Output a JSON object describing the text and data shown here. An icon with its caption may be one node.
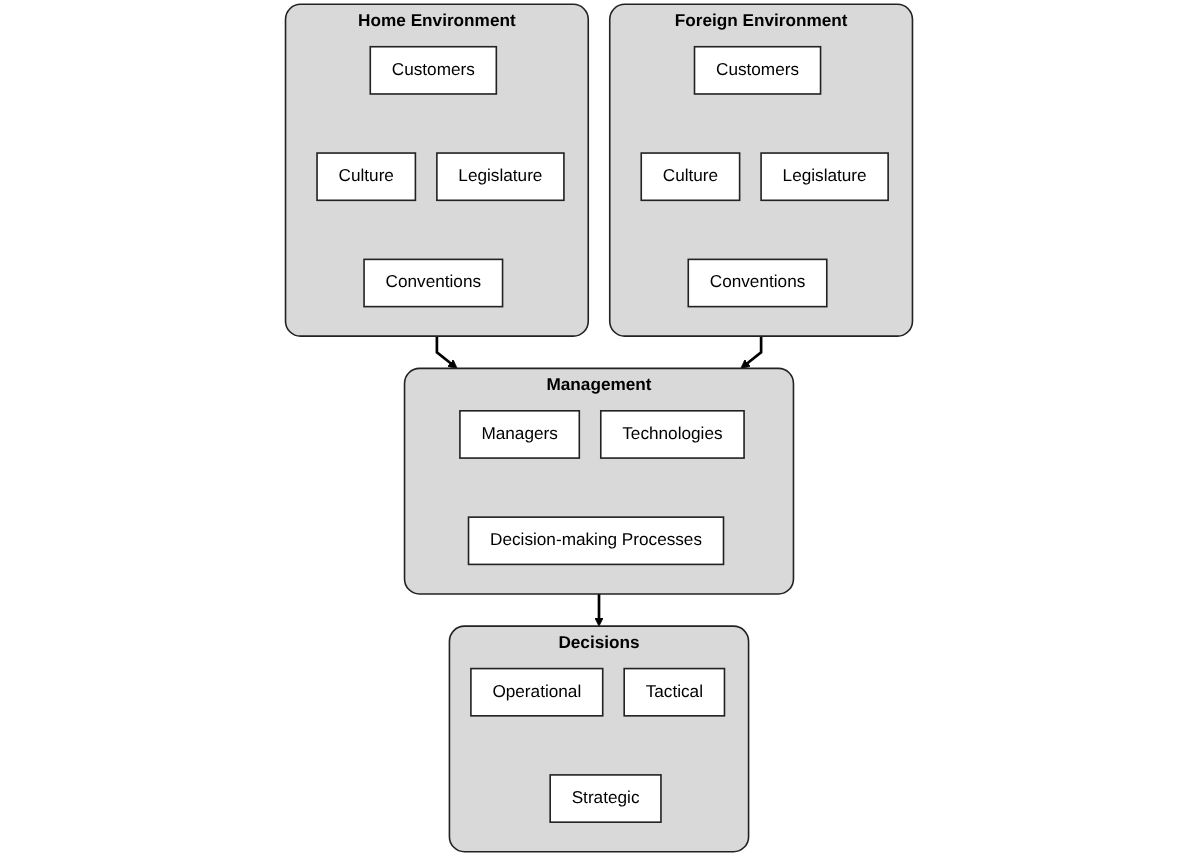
{
  "diagram": {
    "nodes": [
      {
        "text": [
          "Home Environment"
        ]
      },
      {
        "text": [
          "Customers"
        ],
        "in": 0
      },
      {
        "text": [
          "Culture"
        ],
        "in": 0
      },
      {
        "text": [
          "Legislature"
        ],
        "in": 0
      },
      {
        "text": [
          "Conventions"
        ],
        "in": 0
      },
      {
        "text": [
          "Foreign Environment"
        ]
      },
      {
        "text": [
          "Customers"
        ],
        "in": 5
      },
      {
        "text": [
          "Culture"
        ],
        "in": 5
      },
      {
        "text": [
          "Legislature"
        ],
        "in": 5
      },
      {
        "text": [
          "Conventions"
        ],
        "in": 5
      },
      {
        "text": [
          "Management"
        ]
      },
      {
        "text": [
          "Managers"
        ],
        "in": 10
      },
      {
        "text": [
          "Technologies"
        ],
        "in": 10
      },
      {
        "text": [
          "Decision-making Processes"
        ],
        "in": 10
      },
      {
        "text": [
          "Decisions"
        ]
      },
      {
        "text": [
          "Operational"
        ],
        "in": 14
      },
      {
        "text": [
          "Tactical"
        ],
        "in": 14
      },
      {
        "text": [
          "Strategic"
        ],
        "in": 14
      }
    ],
    "edges": [
      {
        "from": 0,
        "to": 10,
        "arrow": "to"
      },
      {
        "from": 5,
        "to": 10,
        "arrow": "to"
      },
      {
        "from": 10,
        "to": 14,
        "arrow": "to"
      }
    ]
  }
}
